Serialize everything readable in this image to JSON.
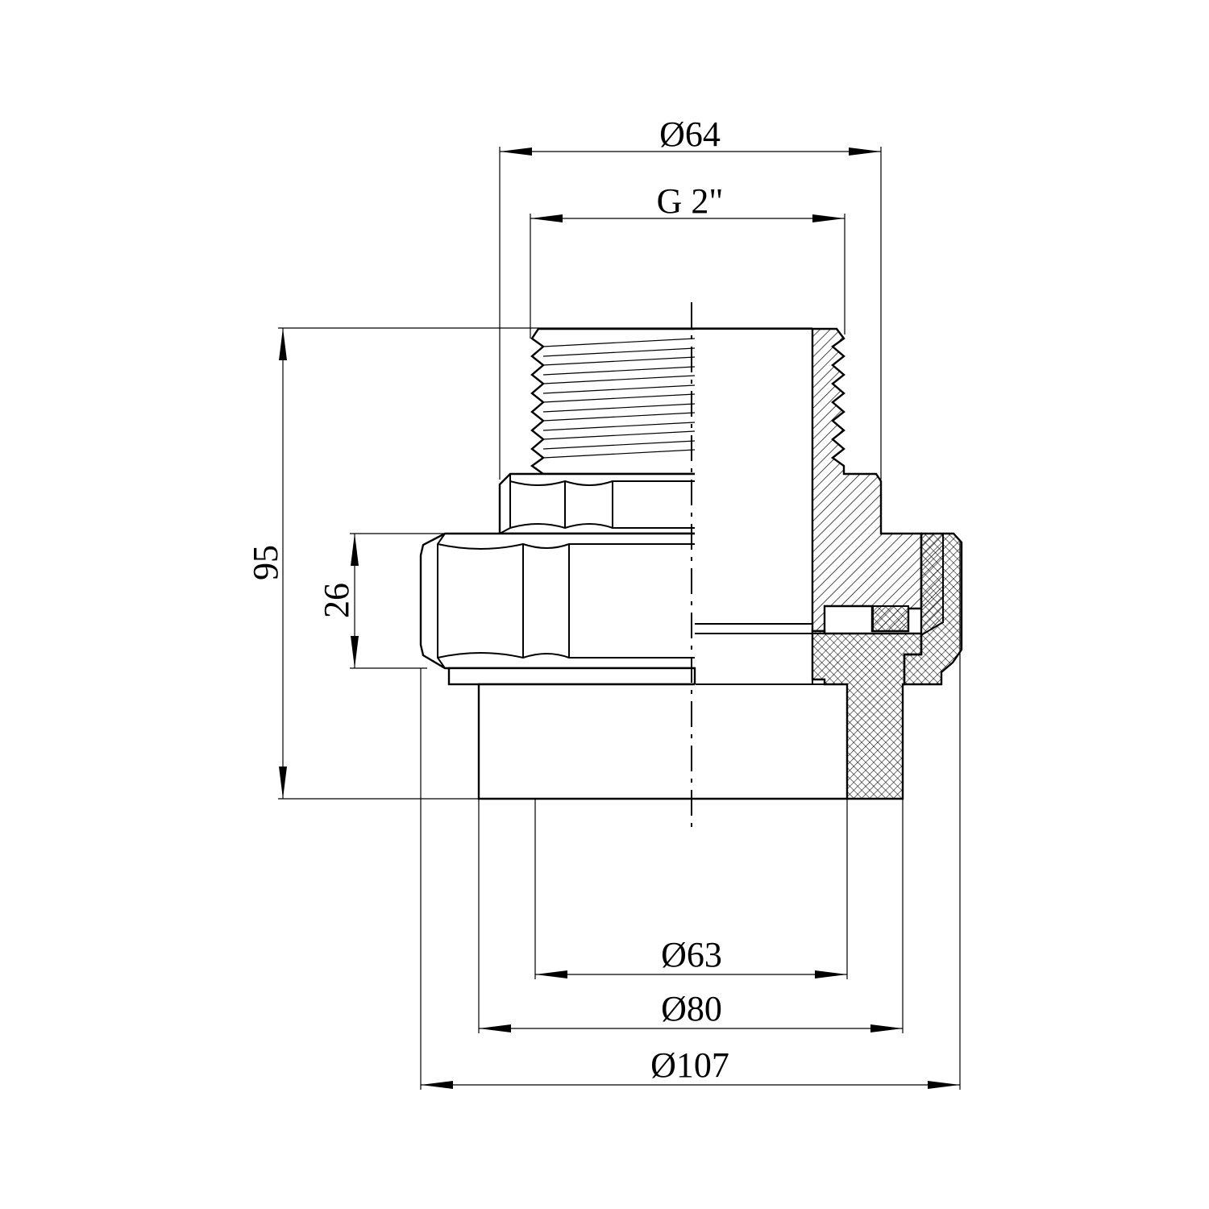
{
  "drawing": {
    "dimensions": {
      "d64": "Ø64",
      "g2": "G 2\"",
      "h95": "95",
      "h26": "26",
      "d63": "Ø63",
      "d80": "Ø80",
      "d107": "Ø107"
    },
    "colors": {
      "line": "#000000",
      "background": "#ffffff"
    }
  }
}
